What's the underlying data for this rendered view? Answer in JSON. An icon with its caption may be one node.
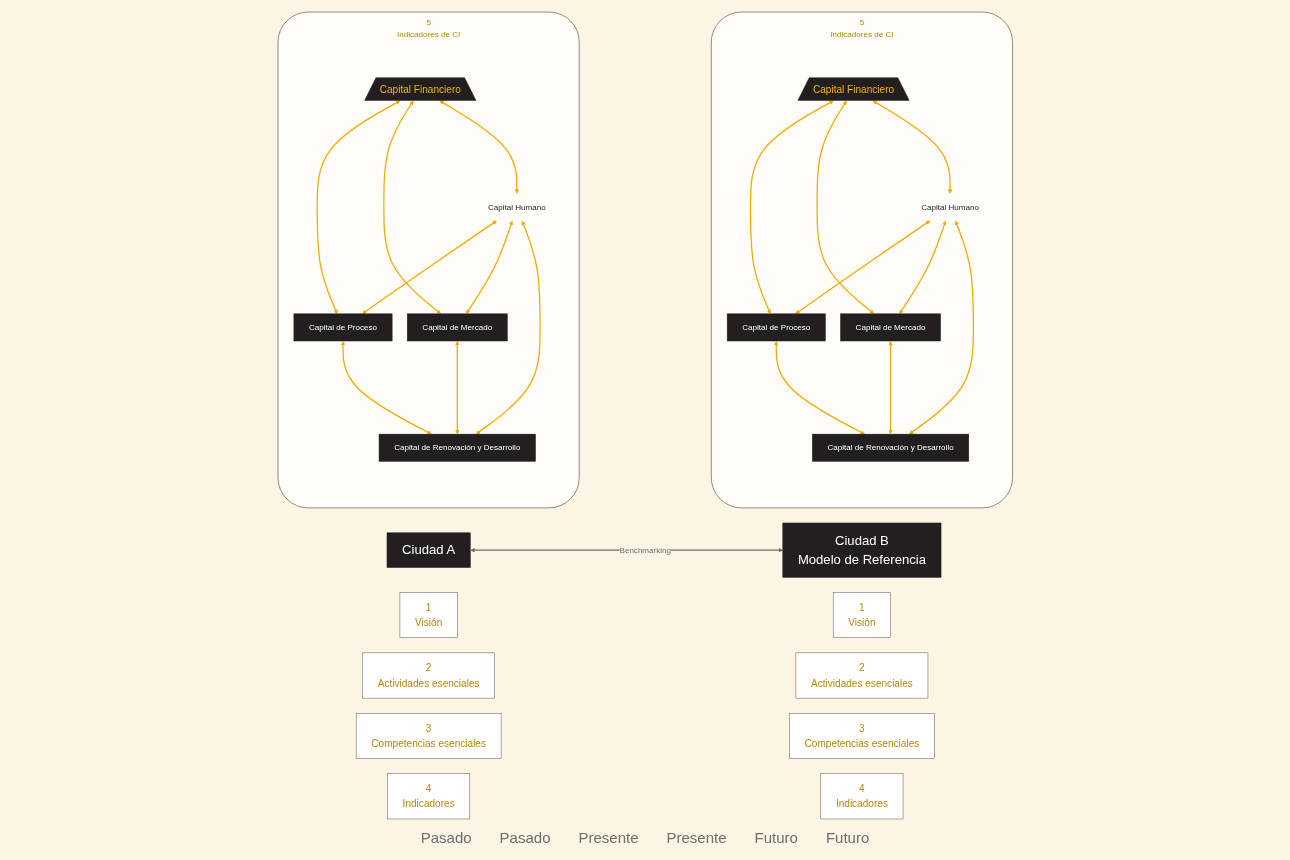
{
  "diagram": {
    "nodes": [
      {
        "text": [
          "Ciudad A"
        ]
      },
      {
        "text": [
          "1",
          "Visión"
        ]
      },
      {
        "text": [
          "2",
          "Actividades esenciales"
        ]
      },
      {
        "text": [
          "3",
          "Competencias esenciales"
        ]
      },
      {
        "text": [
          "4",
          "Indicadores"
        ]
      },
      {
        "text": [
          "5",
          "Indicadores de CI"
        ]
      },
      {
        "text": [
          "Capital Financiero"
        ],
        "in": 5
      },
      {
        "text": [
          "Capital de Proceso"
        ],
        "in": 5
      },
      {
        "text": [
          "Capital Humano"
        ],
        "in": 5
      },
      {
        "text": [
          "Capital de Mercado"
        ],
        "in": 5
      },
      {
        "text": [
          "Capital de Renovación y Desarrollo"
        ],
        "in": 5
      },
      {
        "text": [
          "Ciudad B",
          "Modelo de Referencia"
        ]
      },
      {
        "text": [
          "1",
          "Visión"
        ]
      },
      {
        "text": [
          "2",
          "Actividades esenciales"
        ]
      },
      {
        "text": [
          "3",
          "Competencias esenciales"
        ]
      },
      {
        "text": [
          "4",
          "Indicadores"
        ]
      },
      {
        "text": [
          "5",
          "Indicadores de CI"
        ]
      },
      {
        "text": [
          "Capital Financiero"
        ],
        "in": 16
      },
      {
        "text": [
          "Capital de Proceso"
        ],
        "in": 16
      },
      {
        "text": [
          "Capital Humano"
        ],
        "in": 16
      },
      {
        "text": [
          "Capital de Mercado"
        ],
        "in": 16
      },
      {
        "text": [
          "Capital de Renovación y Desarrollo"
        ],
        "in": 16
      }
    ],
    "edges": [
      {
        "from": 6,
        "to": 7,
        "arrow": "both"
      },
      {
        "from": 6,
        "to": 9,
        "arrow": "both"
      },
      {
        "from": 6,
        "to": 8,
        "arrow": "both"
      },
      {
        "from": 8,
        "to": 7,
        "arrow": "both"
      },
      {
        "from": 8,
        "to": 9,
        "arrow": "both"
      },
      {
        "from": 8,
        "to": 10,
        "arrow": "both"
      },
      {
        "from": 7,
        "to": 10,
        "arrow": "both"
      },
      {
        "from": 9,
        "to": 10,
        "arrow": "both"
      },
      {
        "from": 0,
        "to": 11,
        "arrow": "both",
        "label": "Benchmarking",
        "color": "#6d6e71"
      },
      {
        "from": 17,
        "to": 18,
        "arrow": "both"
      },
      {
        "from": 17,
        "to": 20,
        "arrow": "both"
      },
      {
        "from": 17,
        "to": 19,
        "arrow": "both"
      },
      {
        "from": 19,
        "to": 18,
        "arrow": "both"
      },
      {
        "from": 19,
        "to": 20,
        "arrow": "both"
      },
      {
        "from": 19,
        "to": 21,
        "arrow": "both"
      },
      {
        "from": 18,
        "to": 21,
        "arrow": "both"
      },
      {
        "from": 20,
        "to": 21,
        "arrow": "both"
      }
    ],
    "labels": [
      "Pasado",
      "Pasado",
      "Presente",
      "Presente",
      "Futuro",
      "Futuro"
    ]
  }
}
